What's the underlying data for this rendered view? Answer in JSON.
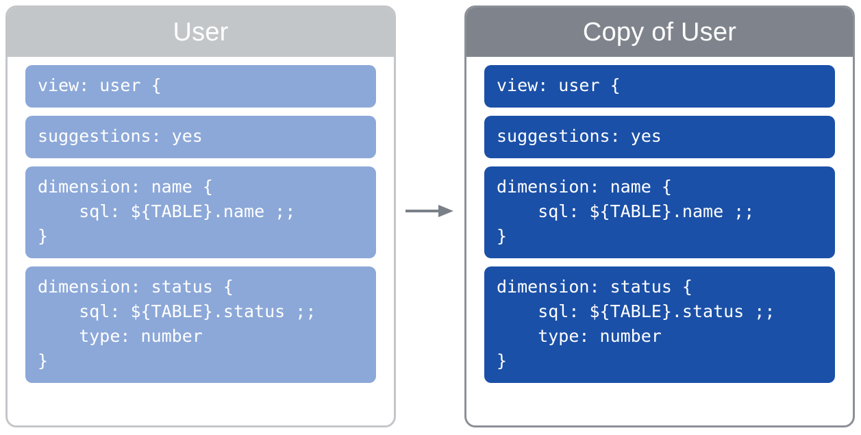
{
  "diagram": {
    "type": "before-after-copy",
    "connector": {
      "icon": "arrow-right-icon",
      "direction": "right",
      "color": "#7a8088"
    },
    "panels": [
      {
        "id": "source",
        "title": "User",
        "header_color": "#c3c6c9",
        "border_color": "#c3c6c9",
        "block_color": "#8ca8d8",
        "blocks": [
          {
            "id": "view-declaration",
            "code": "view: user {"
          },
          {
            "id": "suggestions-parameter",
            "code": "suggestions: yes"
          },
          {
            "id": "dimension-name",
            "code": "dimension: name {\n    sql: ${TABLE}.name ;;\n}"
          },
          {
            "id": "dimension-status",
            "code": "dimension: status {\n    sql: ${TABLE}.status ;;\n    type: number\n}"
          }
        ]
      },
      {
        "id": "copy",
        "title": "Copy of User",
        "header_color": "#7f848c",
        "border_color": "#8b9097",
        "block_color": "#1b50a8",
        "blocks": [
          {
            "id": "view-declaration",
            "code": "view: user {"
          },
          {
            "id": "suggestions-parameter",
            "code": "suggestions: yes"
          },
          {
            "id": "dimension-name",
            "code": "dimension: name {\n    sql: ${TABLE}.name ;;\n}"
          },
          {
            "id": "dimension-status",
            "code": "dimension: status {\n    sql: ${TABLE}.status ;;\n    type: number\n}"
          }
        ]
      }
    ]
  }
}
